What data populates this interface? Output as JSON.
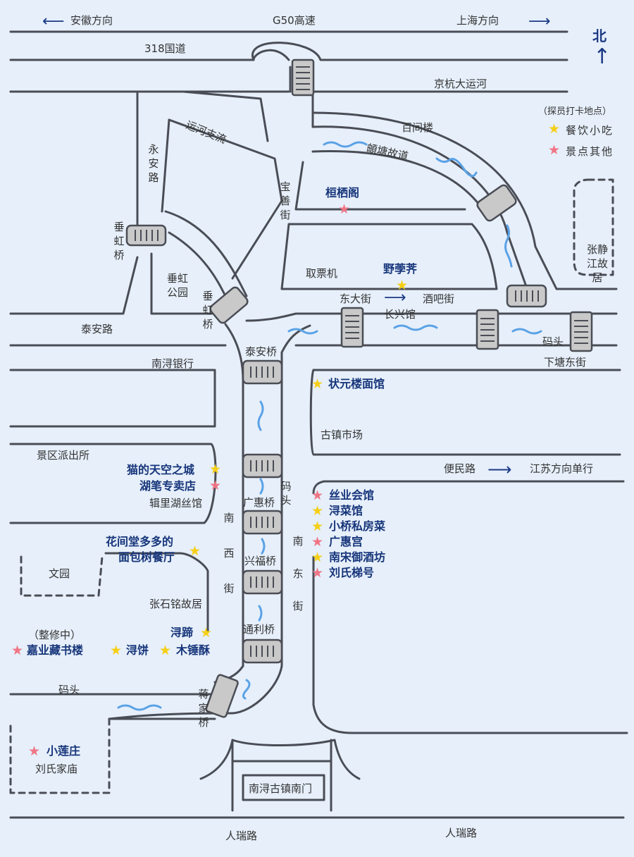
{
  "map": {
    "top_road": {
      "label": "G50高速",
      "left": "安徽方向",
      "right": "上海方向"
    },
    "north": "北",
    "legend": {
      "title": "（探员打卡地点）",
      "food": "餐饮小吃",
      "sight": "景点其他"
    },
    "streets": {
      "r318": "318国道",
      "canal": "京杭大运河",
      "canal_branch": "运河支流",
      "yongan": "永安路",
      "baishan": "宝善街",
      "baijian": "百间楼",
      "dongtang": "頔塘故道",
      "taian_road": "泰安路",
      "dongda": "东大街",
      "jiuba": "酒吧街",
      "changxing": "长兴馆",
      "matou_right": "码头",
      "xiatang": "下塘东街",
      "quepiao": "取票机",
      "chuihong_garden": "垂虹公园",
      "chuihong_bridge1": "垂虹桥",
      "chuihong_bridge2": "垂虹桥",
      "taian_bridge": "泰安桥",
      "nanxun_bank": "南浔银行",
      "market": "古镇市场",
      "police": "景区派出所",
      "bianmin": "便民路",
      "jiangsu_oneway": "江苏方向单行",
      "jili_silk": "辑里湖丝馆",
      "wenyuan": "文园",
      "nanxi": "南西街",
      "matou_mid": "码头",
      "nandong": "南东街",
      "guanghui_bridge": "广惠桥",
      "xingfu_bridge": "兴福桥",
      "tongli_bridge": "通利桥",
      "jiang_bridge": "蒋家桥",
      "zhang_shiming": "张石铭故居",
      "matou_left": "码头",
      "liu_temple": "刘氏家庙",
      "south_gate": "南浔古镇南门",
      "renrui_left": "人瑞路",
      "renrui_right": "人瑞路",
      "zhang_jingjiang": "张静江故居",
      "renovating": "（整修中）"
    },
    "pois": {
      "hengqi": "桓栖阁",
      "yebiqi": "野荸荠",
      "zhuangyuan": "状元楼面馆",
      "cat_city": "猫的天空之城",
      "hubi": "湖笔专卖店",
      "huajian1": "花间堂多多的",
      "huajian2": "面包树餐厅",
      "siye": "丝业会馆",
      "xuncai": "浔菜馆",
      "xiaoqiao": "小桥私房菜",
      "guanghui_palace": "广惠宫",
      "nansong": "南宋御酒坊",
      "liushi": "刘氏梯号",
      "xunti": "浔蹄",
      "jiaye": "嘉业藏书楼",
      "xunbing": "浔饼",
      "muchuisu": "木锤酥",
      "xiaolian": "小莲庄"
    }
  }
}
